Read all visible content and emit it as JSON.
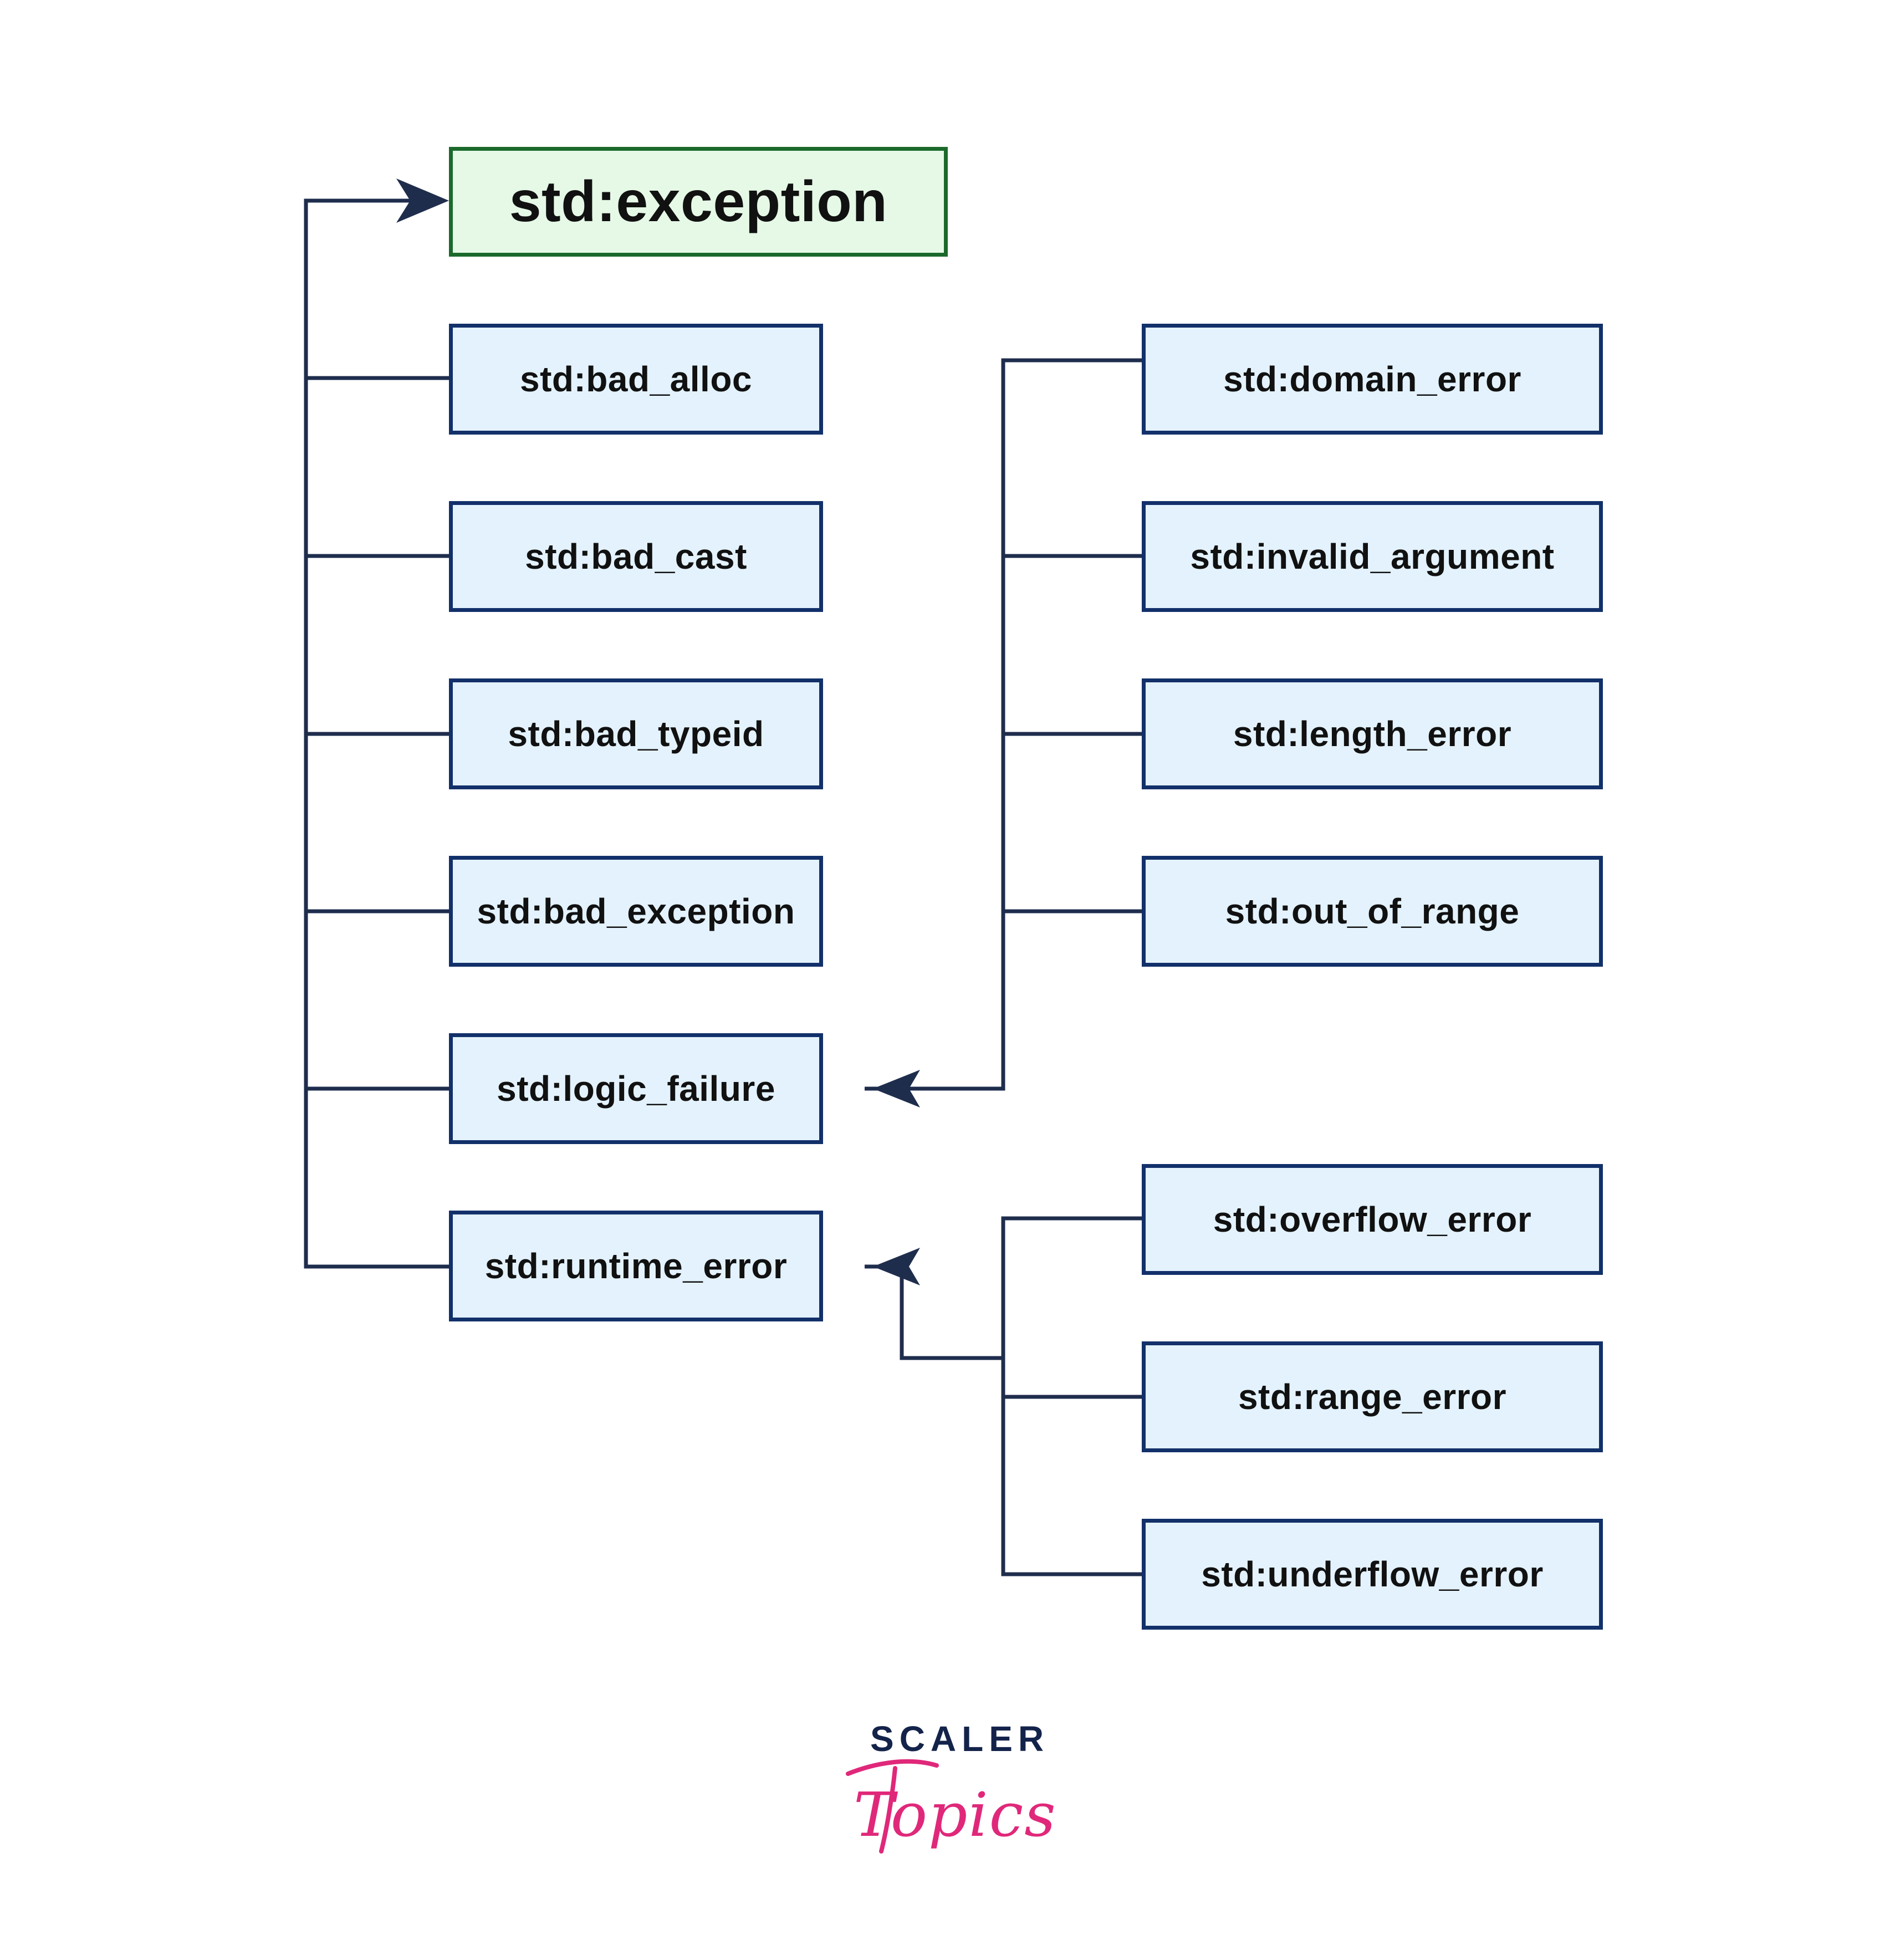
{
  "diagram": {
    "root": {
      "label": "std:exception"
    },
    "level1": [
      {
        "id": "bad_alloc",
        "label": "std:bad_alloc"
      },
      {
        "id": "bad_cast",
        "label": "std:bad_cast"
      },
      {
        "id": "bad_typeid",
        "label": "std:bad_typeid"
      },
      {
        "id": "bad_exception",
        "label": "std:bad_exception"
      },
      {
        "id": "logic_failure",
        "label": "std:logic_failure"
      },
      {
        "id": "runtime_error",
        "label": "std:runtime_error"
      }
    ],
    "logic_children": [
      {
        "id": "domain_error",
        "label": "std:domain_error"
      },
      {
        "id": "invalid_argument",
        "label": "std:invalid_argument"
      },
      {
        "id": "length_error",
        "label": "std:length_error"
      },
      {
        "id": "out_of_range",
        "label": "std:out_of_range"
      }
    ],
    "runtime_children": [
      {
        "id": "overflow_error",
        "label": "std:overflow_error"
      },
      {
        "id": "range_error",
        "label": "std:range_error"
      },
      {
        "id": "underflow_error",
        "label": "std:underflow_error"
      }
    ]
  },
  "brand": {
    "wordmark": "SCALER",
    "script": "Topics"
  },
  "colors": {
    "line": "#1f2d4d",
    "node_fill": "#e3f2fd",
    "node_border": "#12306a",
    "root_fill": "#e5f9e6",
    "root_border": "#1b6a2c",
    "brand_navy": "#14234a",
    "brand_pink": "#e0287a"
  }
}
